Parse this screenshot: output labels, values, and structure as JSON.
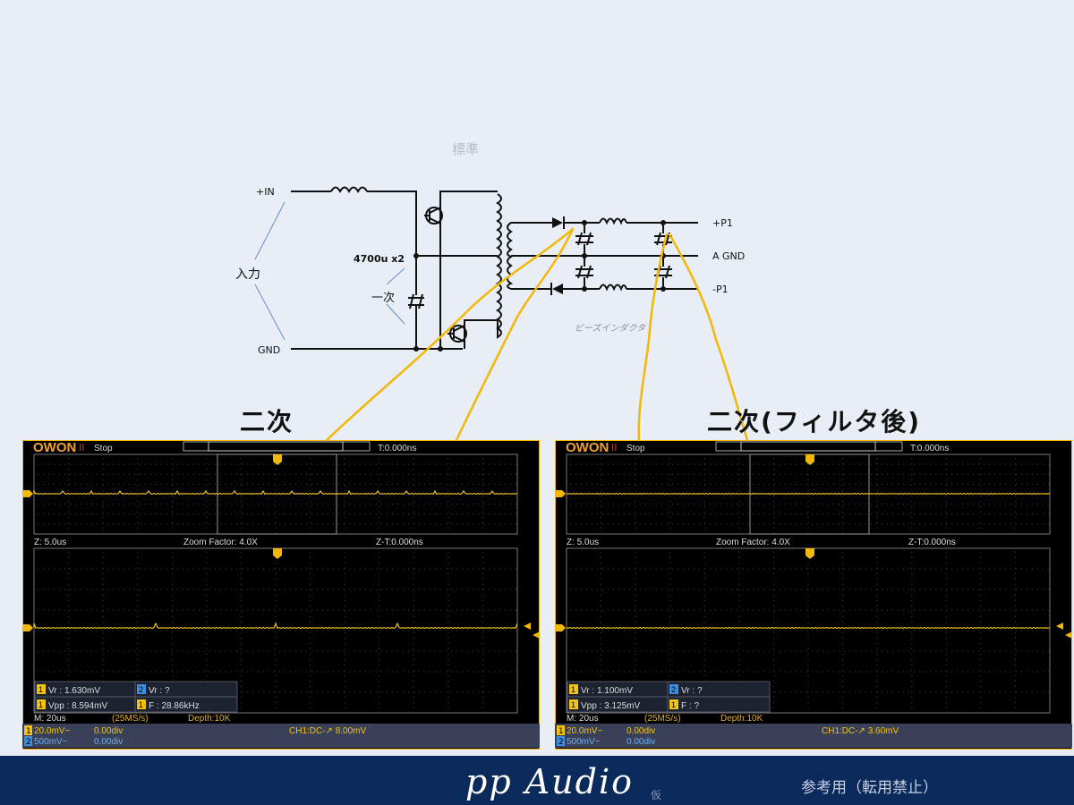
{
  "slide": {
    "title_faint": "標準",
    "left_heading": "二次",
    "right_heading": "二次(フィルタ後)"
  },
  "circuit": {
    "plus_in": "+IN",
    "gnd": "GND",
    "input_label": "入力",
    "cap_label": "4700u x2",
    "primary_label": "一次",
    "plus_p1": "+P1",
    "a_gnd": "A GND",
    "minus_p1": "-P1",
    "bead_label": "ビーズインダクタ",
    "wire_color": "#111111",
    "annotation_color": "#f2b807"
  },
  "scopes": [
    {
      "brand": "OWON",
      "run_icon": "pause-icon",
      "status": "Stop",
      "trigger_time": "T:0.000ns",
      "zoom_time": "Z: 5.0us",
      "zoom_factor": "Zoom Factor: 4.0X",
      "zoom_trigger": "Z-T:0.000ns",
      "meas": [
        {
          "ch": "1",
          "text": "Vr : 1.630mV"
        },
        {
          "ch": "2",
          "text": "Vr :    ?"
        },
        {
          "ch": "1",
          "text": "Vpp : 8.594mV"
        },
        {
          "ch": "1",
          "text": "F : 28.86kHz"
        }
      ],
      "timebase": "M: 20us",
      "sample_rate": "(25MS/s)",
      "depth": "Depth:10K",
      "ch1_scale": "20.0mV~",
      "ch1_offset": "0.00div",
      "ch2_scale": "500mV~",
      "ch2_offset": "0.00div",
      "trigger": "CH1:DC-↗ 8.00mV"
    },
    {
      "brand": "OWON",
      "run_icon": "pause-icon",
      "status": "Stop",
      "trigger_time": "T:0.000ns",
      "zoom_time": "Z: 5.0us",
      "zoom_factor": "Zoom Factor: 4.0X",
      "zoom_trigger": "Z-T:0.000ns",
      "meas": [
        {
          "ch": "1",
          "text": "Vr : 1.100mV"
        },
        {
          "ch": "2",
          "text": "Vr :    ?"
        },
        {
          "ch": "1",
          "text": "Vpp : 3.125mV"
        },
        {
          "ch": "1",
          "text": "F :   ?"
        }
      ],
      "timebase": "M: 20us",
      "sample_rate": "(25MS/s)",
      "depth": "Depth:10K",
      "ch1_scale": "20.0mV~",
      "ch1_offset": "0.00div",
      "ch2_scale": "500mV~",
      "ch2_offset": "0.00div",
      "trigger": "CH1:DC-↗ 3.60mV"
    }
  ],
  "footer": {
    "brand": "pp Audio",
    "tag": "仮",
    "note": "参考用（転用禁止）",
    "bg_color": "#0b2a5c"
  }
}
